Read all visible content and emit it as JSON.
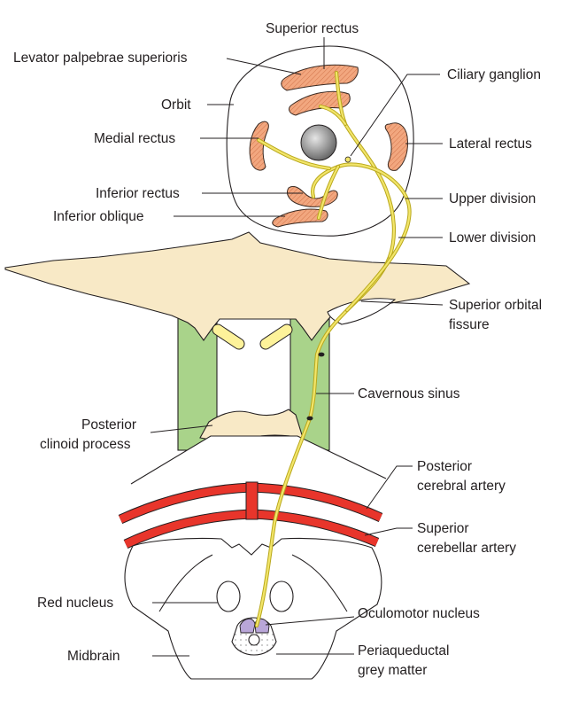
{
  "labels": {
    "superior_rectus": "Superior rectus",
    "levator": "Levator palpebrae superioris",
    "ciliary_ganglion": "Ciliary ganglion",
    "orbit": "Orbit",
    "medial_rectus": "Medial rectus",
    "lateral_rectus": "Lateral rectus",
    "inferior_rectus": "Inferior rectus",
    "upper_division": "Upper division",
    "inferior_oblique": "Inferior oblique",
    "lower_division": "Lower division",
    "superior_orbital_fissure_1": "Superior orbital",
    "superior_orbital_fissure_2": "fissure",
    "cavernous_sinus": "Cavernous sinus",
    "posterior_clinoid_1": "Posterior",
    "posterior_clinoid_2": "clinoid process",
    "posterior_cerebral_1": "Posterior",
    "posterior_cerebral_2": "cerebral artery",
    "superior_cerebellar_1": "Superior",
    "superior_cerebellar_2": "cerebellar artery",
    "red_nucleus": "Red nucleus",
    "oculomotor_nucleus": "Oculomotor nucleus",
    "midbrain": "Midbrain",
    "periaqueductal_1": "Periaqueductal",
    "periaqueductal_2": "grey matter"
  },
  "colors": {
    "bone": "#f8e9c6",
    "sinus": "#a9d38a",
    "muscle": "#f2a77f",
    "artery": "#e8352b",
    "nerve": "#e9d94a",
    "nucleus": "#b9a6d8",
    "eyeball": "#8e8e8e"
  }
}
